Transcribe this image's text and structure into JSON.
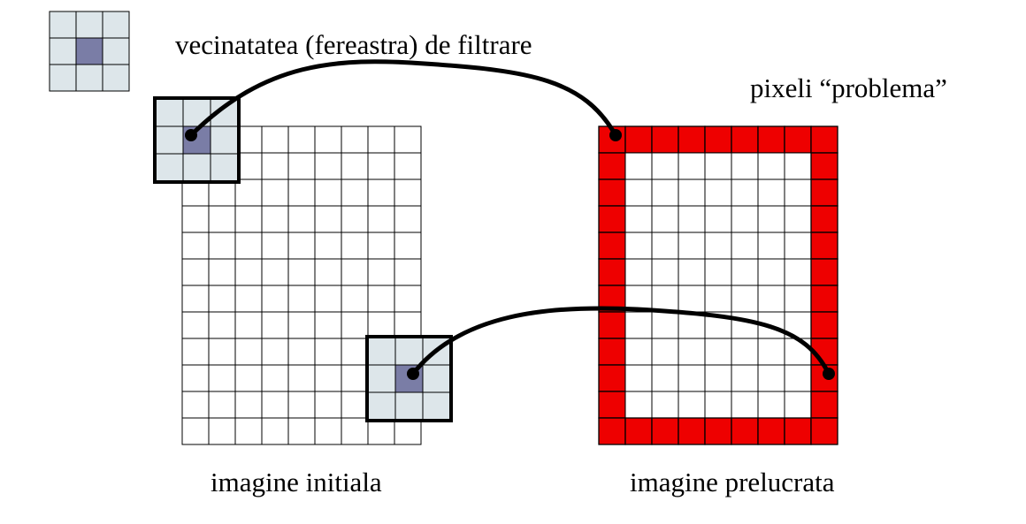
{
  "labels": {
    "window_caption": "vecinatatea (fereastra) de filtrare",
    "problem_pixels": "pixeli “problema”",
    "input_image": "imagine initiala",
    "output_image": "imagine prelucrata"
  },
  "grids": {
    "input": {
      "columns": 9,
      "rows": 12
    },
    "output": {
      "columns": 9,
      "rows": 12
    },
    "kernel": {
      "columns": 3,
      "rows": 3
    }
  },
  "colors": {
    "grid_line": "#000000",
    "window_fill": "#dde6ea",
    "center_pixel": "#7a7da6",
    "border_pixel": "#ee0000",
    "connector": "#000000"
  }
}
